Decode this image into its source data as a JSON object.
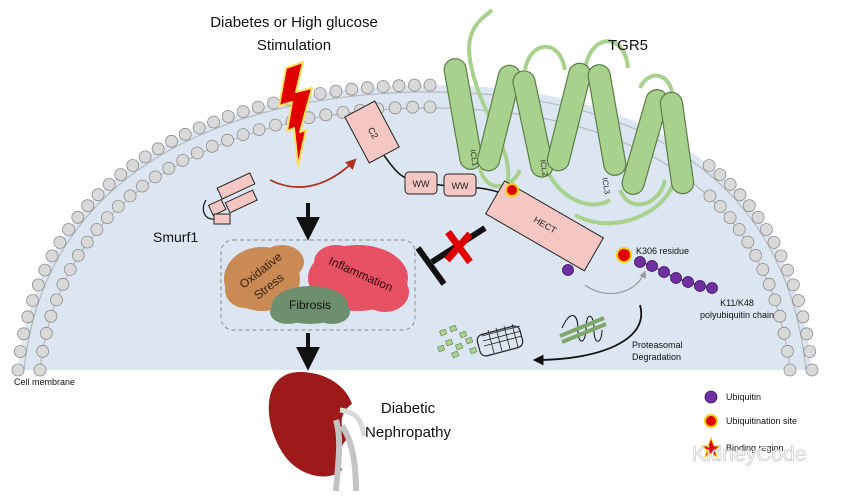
{
  "stimulus": {
    "line1": "Diabetes or High glucose",
    "line2": "Stimulation"
  },
  "receptor": {
    "name": "TGR5",
    "loops": [
      "ICL1",
      "ICL2",
      "ICL3"
    ]
  },
  "smurf1": {
    "name": "Smurf1",
    "domains": {
      "c2": "C2",
      "ww1": "WW",
      "ww2": "WW",
      "hect": "HECT"
    }
  },
  "ubiquitination": {
    "residue": "K306 residue",
    "chain_line1": "K11/K48",
    "chain_line2": "polyubiquitin chain",
    "degradation_line1": "Proteasomal",
    "degradation_line2": "Degradation"
  },
  "outcomes": {
    "oxidative_line1": "Oxidative",
    "oxidative_line2": "Stress",
    "inflammation": "Inflammation",
    "fibrosis": "Fibrosis"
  },
  "cell_membrane_label": "Cell membrane",
  "disease": {
    "line1": "Diabetic",
    "line2": "Nephropathy"
  },
  "legend": {
    "ubiquitin": "Ubiquitin",
    "site": "Ubiquitination site",
    "binding": "Binding region"
  },
  "watermark": "KidneyCode",
  "colors": {
    "membrane_head": "#d9d9d9",
    "cytoplasm": "#dce6f2",
    "receptor": "#a9d18e",
    "smurf_domain": "#f4c7c3",
    "ubiquitin": "#7030a0",
    "site": "#e00000",
    "oxidative": "#c98a55",
    "inflammation": "#e65164",
    "fibrosis": "#6e8f6e",
    "kidney": "#9e1a1a"
  }
}
